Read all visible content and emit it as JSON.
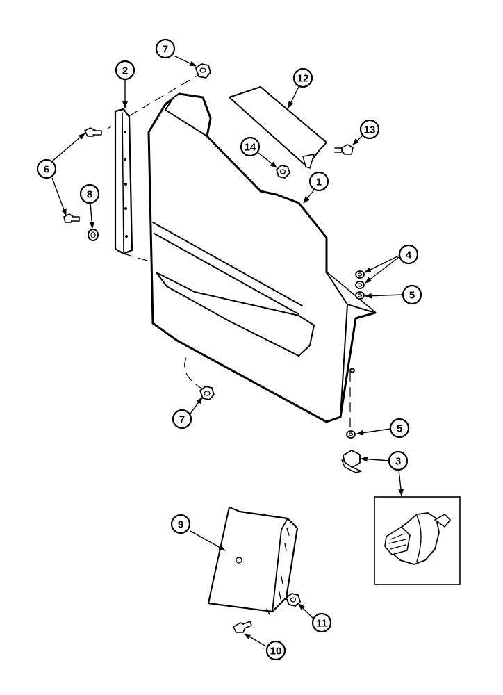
{
  "callouts": [
    {
      "id": "c7a",
      "label": "7"
    },
    {
      "id": "c2",
      "label": "2"
    },
    {
      "id": "c12",
      "label": "12"
    },
    {
      "id": "c13",
      "label": "13"
    },
    {
      "id": "c14",
      "label": "14"
    },
    {
      "id": "c6",
      "label": "6"
    },
    {
      "id": "c8",
      "label": "8"
    },
    {
      "id": "c1",
      "label": "1"
    },
    {
      "id": "c4",
      "label": "4"
    },
    {
      "id": "c5a",
      "label": "5"
    },
    {
      "id": "c7b",
      "label": "7"
    },
    {
      "id": "c5b",
      "label": "5"
    },
    {
      "id": "c3",
      "label": "3"
    },
    {
      "id": "c9",
      "label": "9"
    },
    {
      "id": "c11",
      "label": "11"
    },
    {
      "id": "c10",
      "label": "10"
    }
  ]
}
